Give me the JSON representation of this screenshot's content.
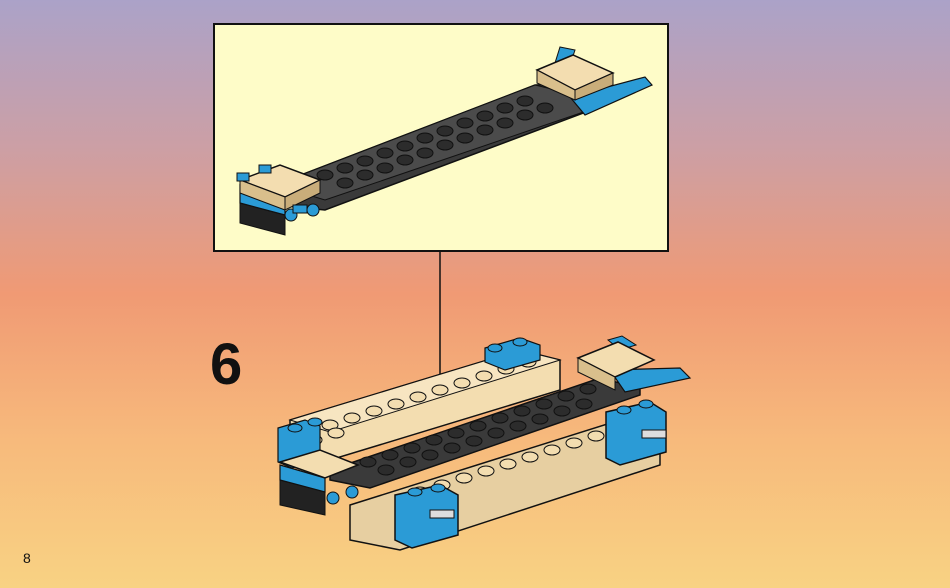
{
  "step": {
    "number": "6"
  },
  "page": {
    "number": "8"
  },
  "colors": {
    "background_top": "#aba2c8",
    "background_mid": "#f09a74",
    "background_bottom": "#f8d283",
    "subassembly_panel": "#fefcc8",
    "brick_black": "#2c2c2c",
    "brick_tan": "#f3ddb0",
    "brick_blue": "#2b9bd6",
    "brick_grey": "#9b9b9b"
  },
  "icons": [
    "subassembly-callout",
    "placement-arrow",
    "model-assembly"
  ]
}
